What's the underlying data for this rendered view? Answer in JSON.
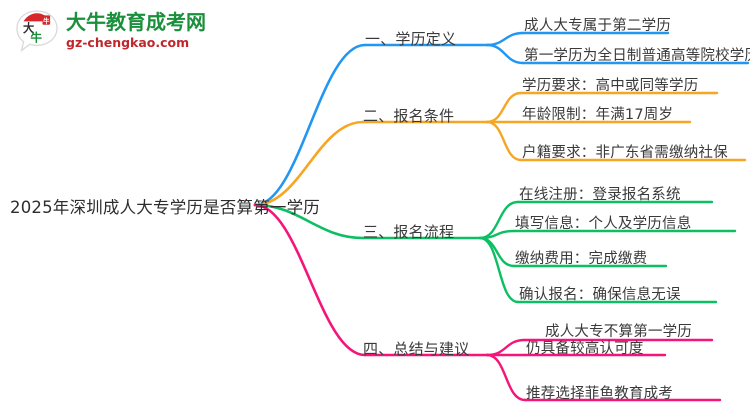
{
  "logo": {
    "mark_name": "daniu-speech-bubble-logo",
    "title": "大牛教育成考网",
    "subtitle": "gz-chengkao.com",
    "title_color": "#1a8f3c",
    "subtitle_color": "#c0272d"
  },
  "mindmap": {
    "root": "2025年深圳成人大专学历是否算第一学历",
    "branches": [
      {
        "label": "一、学历定义",
        "color": "#2196f3",
        "children": [
          "成人大专属于第二学历",
          "第一学历为全日制普通高等院校学历"
        ]
      },
      {
        "label": "二、报名条件",
        "color": "#f5a623",
        "children": [
          "学历要求：高中或同等学历",
          "年龄限制：年满17周岁",
          "户籍要求：非广东省需缴纳社保"
        ]
      },
      {
        "label": "三、报名流程",
        "color": "#0cbf63",
        "children": [
          "在线注册：登录报名系统",
          "填写信息：个人及学历信息",
          "缴纳费用：完成缴费",
          "确认报名：确保信息无误"
        ]
      },
      {
        "label": "四、总结与建议",
        "color": "#f5147a",
        "children": [
          "成人大专不算第一学历",
          "仍具备较高认可度",
          "推荐选择菲鱼教育成考"
        ]
      }
    ]
  }
}
